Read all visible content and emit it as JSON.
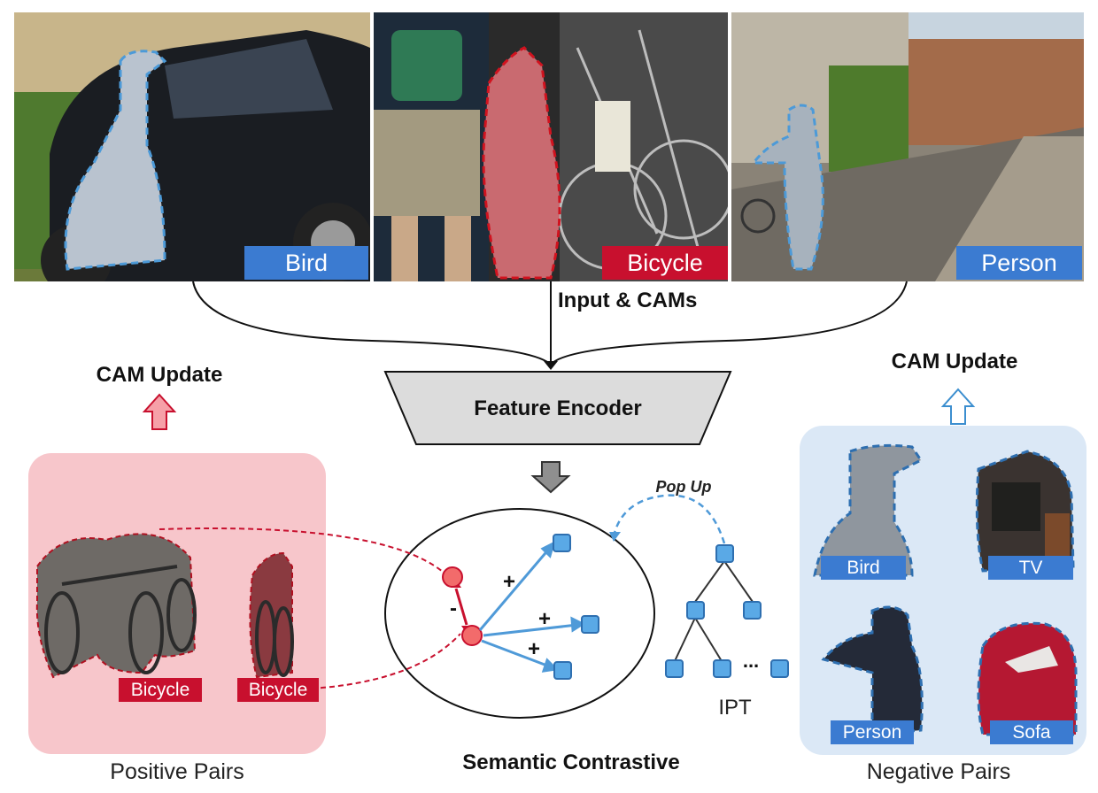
{
  "photos": [
    {
      "label": "Bird",
      "label_color": "#3b7bd1"
    },
    {
      "label": "Bicycle",
      "label_color": "#c8102e"
    },
    {
      "label": "Person",
      "label_color": "#3b7bd1"
    }
  ],
  "input_caption": "Input & CAMs",
  "encoder_label": "Feature Encoder",
  "left_update": "CAM Update",
  "right_update": "CAM Update",
  "positive": {
    "caption": "Positive Pairs",
    "tags": [
      "Bicycle",
      "Bicycle"
    ],
    "panel_color": "#f7c6cb"
  },
  "negative": {
    "caption": "Negative Pairs",
    "tags": [
      "Bird",
      "TV",
      "Person",
      "Sofa"
    ],
    "panel_color": "#dbe8f6"
  },
  "contrastive": {
    "caption": "Semantic Contrastive",
    "minus": "-",
    "plus": [
      "+",
      "+",
      "+"
    ]
  },
  "tree": {
    "label": "IPT",
    "popup": "Pop Up",
    "ellipsis": "..."
  },
  "colors": {
    "red": "#c8102e",
    "blue": "#3b7bd1",
    "node_blue": "#5aa9e6"
  }
}
